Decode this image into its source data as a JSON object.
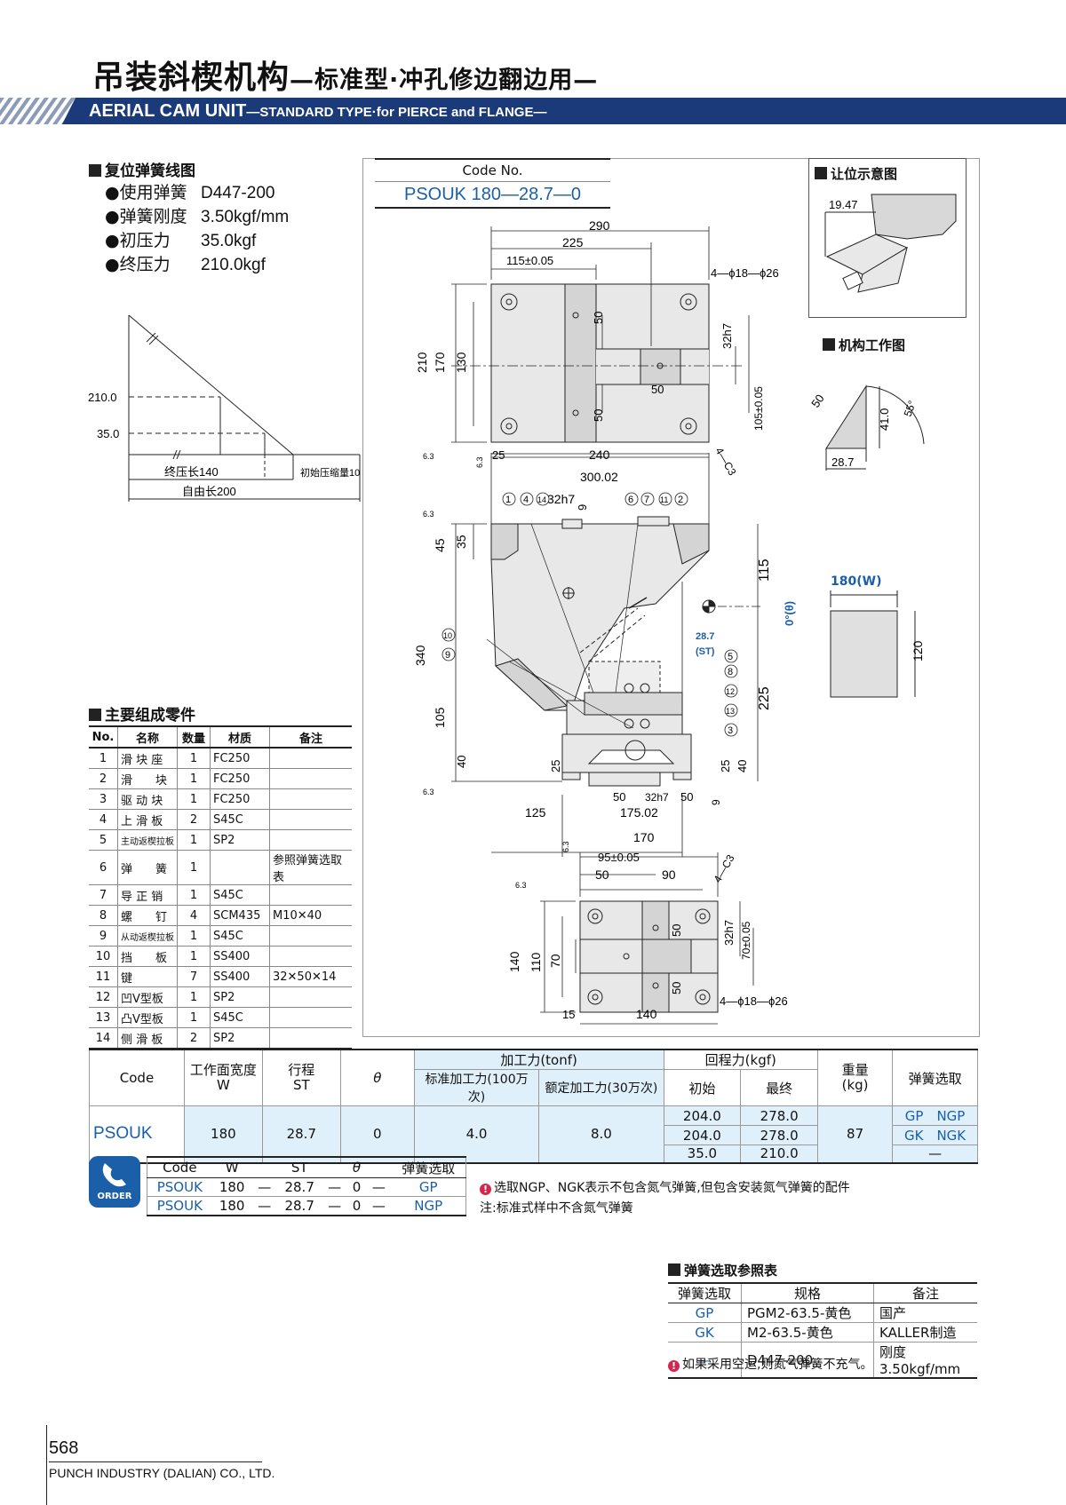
{
  "header": {
    "title_main": "吊装斜楔机构",
    "title_sub": "—标准型·冲孔修边翻边用—",
    "band_main": "AERIAL CAM UNIT",
    "band_sub": "—STANDARD TYPE·for PIERCE and FLANGE—",
    "band_color": "#1b3a7a"
  },
  "spring": {
    "section_title": "复位弹簧线图",
    "rows": [
      {
        "label": "●使用弹簧",
        "value": "D447-200"
      },
      {
        "label": "●弹簧刚度",
        "value": "3.50kgf/mm"
      },
      {
        "label": "●初压力",
        "value": "35.0kgf"
      },
      {
        "label": "●终压力",
        "value": "210.0kgf"
      }
    ],
    "graph": {
      "y_ticks": [
        "210.0",
        "35.0"
      ],
      "label_final": "终压长140",
      "label_initial": "初始压缩量10",
      "label_free": "自由长200"
    }
  },
  "code_box": {
    "header": "Code No.",
    "value": "PSOUK 180—28.7—0"
  },
  "side_views": {
    "clearance_title": "让位示意图",
    "clearance_value": "19.47",
    "working_title": "机构工作图",
    "working_labels": [
      "50",
      "41.0",
      "55°",
      "28.7"
    ],
    "width_label": "180(W)",
    "height_label": "120"
  },
  "drawing": {
    "top_view": {
      "dims": [
        "290",
        "225",
        "115±0.05",
        "4—ϕ18—ϕ26",
        "210",
        "170",
        "130",
        "50",
        "50",
        "50",
        "32h7",
        "105±0.05",
        "25",
        "240",
        "4—C3",
        "6.3",
        "6.3"
      ]
    },
    "front_view": {
      "dims": [
        "300.02",
        "32h7",
        "9",
        "45",
        "35",
        "340",
        "115",
        "0°(θ)",
        "28.7",
        "(ST)",
        "225",
        "105",
        "40",
        "25",
        "25",
        "40",
        "50",
        "32h7",
        "50",
        "9",
        "125",
        "175.02",
        "6.3",
        "6.3"
      ],
      "balloons": [
        "1",
        "4",
        "14",
        "6",
        "7",
        "11",
        "2",
        "10",
        "9",
        "5",
        "8",
        "12",
        "13",
        "3"
      ]
    },
    "bottom_view": {
      "dims": [
        "170",
        "95±0.05",
        "50",
        "90",
        "4—C3",
        "140",
        "110",
        "70",
        "50",
        "50",
        "32h7",
        "70±0.05",
        "15",
        "140",
        "4—ϕ18—ϕ26",
        "6.3",
        "6.3"
      ]
    }
  },
  "parts": {
    "section_title": "主要组成零件",
    "headers": [
      "No.",
      "名称",
      "数量",
      "材质",
      "备注"
    ],
    "rows": [
      [
        "1",
        "滑 块 座",
        "1",
        "FC250",
        ""
      ],
      [
        "2",
        "滑　　块",
        "1",
        "FC250",
        ""
      ],
      [
        "3",
        "驱 动 块",
        "1",
        "FC250",
        ""
      ],
      [
        "4",
        "上 滑 板",
        "2",
        "S45C",
        ""
      ],
      [
        "5",
        "主动返楔拉板",
        "1",
        "SP2",
        ""
      ],
      [
        "6",
        "弹　　簧",
        "1",
        "",
        "参照弹簧选取表"
      ],
      [
        "7",
        "导 正 销",
        "1",
        "S45C",
        ""
      ],
      [
        "8",
        "螺　　钉",
        "4",
        "SCM435",
        "M10✕40"
      ],
      [
        "9",
        "从动返楔拉板",
        "1",
        "S45C",
        ""
      ],
      [
        "10",
        "挡　　板",
        "1",
        "SS400",
        ""
      ],
      [
        "11",
        "键",
        "7",
        "SS400",
        "32✕50✕14"
      ],
      [
        "12",
        "凹V型板",
        "1",
        "SP2",
        ""
      ],
      [
        "13",
        "凸V型板",
        "1",
        "S45C",
        ""
      ],
      [
        "14",
        "侧 滑 板",
        "2",
        "SP2",
        ""
      ]
    ]
  },
  "spec_table": {
    "headers": {
      "code": "Code",
      "w": "工作面宽度\nW",
      "st": "行程\nST",
      "theta": "θ",
      "force": "加工力(tonf)",
      "force_std": "标准加工力(100万次)",
      "force_rated": "额定加工力(30万次)",
      "return": "回程力(kgf)",
      "return_init": "初始",
      "return_final": "最终",
      "weight": "重量\n(kg)",
      "spring": "弹簧选取"
    },
    "row": {
      "code": "PSOUK",
      "w": "180",
      "st": "28.7",
      "theta": "0",
      "force_std": "4.0",
      "force_rated": "8.0",
      "return": [
        [
          "204.0",
          "278.0"
        ],
        [
          "204.0",
          "278.0"
        ],
        [
          "35.0",
          "210.0"
        ]
      ],
      "weight": "87",
      "spring": [
        "GP　NGP",
        "GK　NGK",
        "—"
      ]
    },
    "code_color": "#1b5fa8"
  },
  "order": {
    "icon_label": "ORDER",
    "headers": [
      "Code",
      "W",
      "",
      "ST",
      "",
      "θ",
      "",
      "弹簧选取"
    ],
    "rows": [
      [
        "PSOUK",
        "180",
        "—",
        "28.7",
        "—",
        "0",
        "—",
        "GP"
      ],
      [
        "PSOUK",
        "180",
        "—",
        "28.7",
        "—",
        "0",
        "—",
        "NGP"
      ]
    ],
    "note1": "选取NGP、NGK表示不包含氮气弹簧,但包含安装氮气弹簧的配件",
    "note2": "注:标准式样中不含氮气弹簧"
  },
  "spring_ref": {
    "section_title": "弹簧选取参照表",
    "headers": [
      "弹簧选取",
      "规格",
      "备注"
    ],
    "rows": [
      [
        "GP",
        "PGM2-63.5-黄色",
        "国产"
      ],
      [
        "GK",
        "M2-63.5-黄色",
        "KALLER制造"
      ],
      [
        "—",
        "D447-200",
        "刚度3.50kgf/mm"
      ]
    ],
    "note": "如果采用空运,则氮气弹簧不充气。"
  },
  "footer": {
    "page": "568",
    "company": "PUNCH INDUSTRY (DALIAN) CO., LTD."
  }
}
